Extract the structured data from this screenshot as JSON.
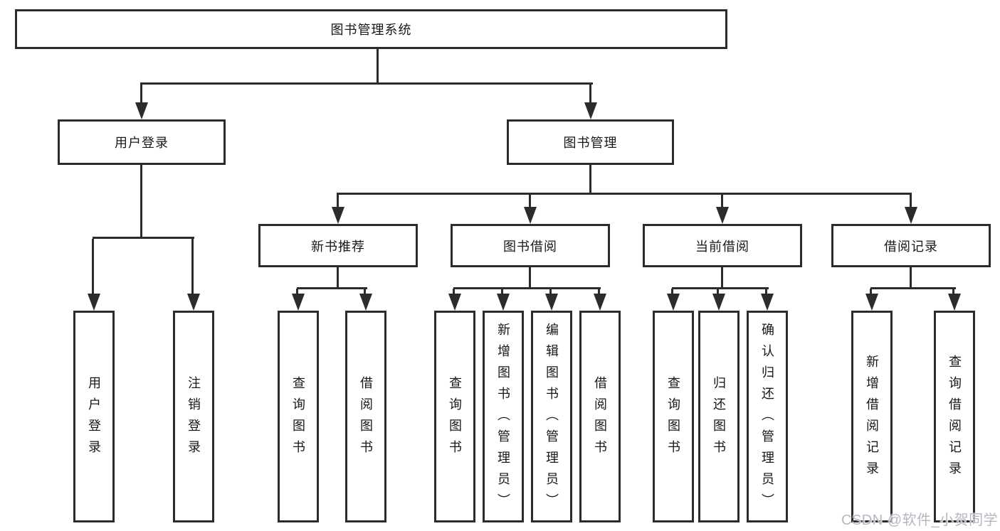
{
  "tree": {
    "root": "图书管理系统",
    "branches": [
      {
        "label": "用户登录",
        "children": [
          "用户登录",
          "注销登录"
        ]
      },
      {
        "label": "图书管理",
        "groups": [
          {
            "label": "新书推荐",
            "children": [
              "查询图书",
              "借阅图书"
            ]
          },
          {
            "label": "图书借阅",
            "children": [
              "查询图书",
              "新增图书（管理员）",
              "编辑图书（管理员）",
              "借阅图书"
            ]
          },
          {
            "label": "当前借阅",
            "children": [
              "查询图书",
              "归还图书",
              "确认归还（管理员）"
            ]
          },
          {
            "label": "借阅记录",
            "children": [
              "新增借阅记录",
              "查询借阅记录"
            ]
          }
        ]
      }
    ]
  },
  "watermark": "CSDN @软件_小贺同学",
  "colors": {
    "line": "#2c2c2e",
    "text": "#17181a",
    "box_background": "#ffffff",
    "page_background": "#ffffff",
    "watermark": "#b4b8bf"
  }
}
